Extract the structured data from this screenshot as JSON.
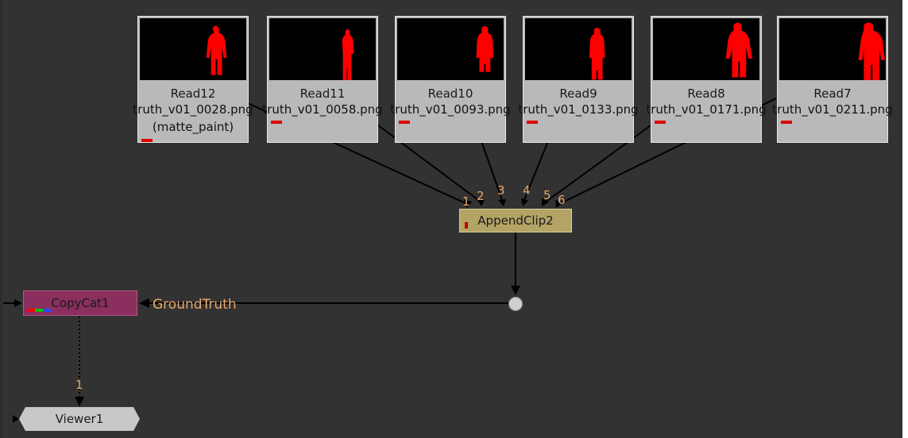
{
  "read_nodes": [
    {
      "name": "Read12",
      "file": "truth_v01_0028.png",
      "extra": "(matte_paint)"
    },
    {
      "name": "Read11",
      "file": "truth_v01_0058.png"
    },
    {
      "name": "Read10",
      "file": "truth_v01_0093.png"
    },
    {
      "name": "Read9",
      "file": "truth_v01_0133.png"
    },
    {
      "name": "Read8",
      "file": "truth_v01_0171.png"
    },
    {
      "name": "Read7",
      "file": "truth_v01_0211.png"
    }
  ],
  "append_node": {
    "name": "AppendClip2",
    "input_numbers": [
      "1",
      "2",
      "3",
      "4",
      "5",
      "6"
    ]
  },
  "copycat_node": {
    "name": "CopyCat1",
    "input_label": "GroundTruth"
  },
  "viewer_node": {
    "name": "Viewer1",
    "input_number": "1"
  },
  "colors": {
    "background": "#323232",
    "read_node": "#b9b9b9",
    "append_node": "#b3a466",
    "copycat_node": "#8a2f5e",
    "viewer_node": "#c8c8c8",
    "label_orange": "#e8a86a",
    "matte_red": "#ff0000"
  }
}
